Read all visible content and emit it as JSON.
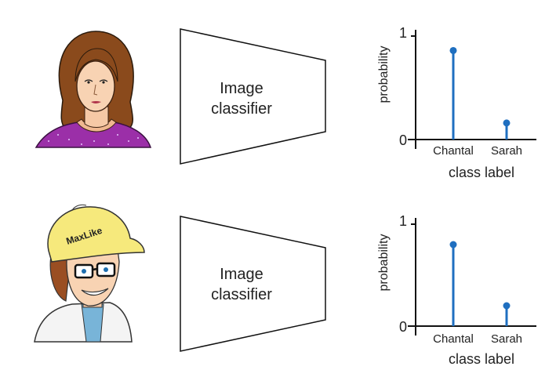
{
  "rows": [
    {
      "subject": "woman-portrait",
      "classifier_label": [
        "Image",
        "classifier"
      ],
      "chart_data": {
        "type": "bar",
        "categories": [
          "Chantal",
          "Sarah"
        ],
        "values": [
          0.86,
          0.16
        ],
        "ylabel": "probability",
        "xlabel": "class label",
        "yticks": [
          "1",
          "0"
        ],
        "ylim": [
          0,
          1
        ]
      }
    },
    {
      "subject": "cartoon-man-maxlike-cap",
      "cap_text": "MaxLike",
      "classifier_label": [
        "Image",
        "classifier"
      ],
      "chart_data": {
        "type": "bar",
        "categories": [
          "Chantal",
          "Sarah"
        ],
        "values": [
          0.8,
          0.2
        ],
        "ylabel": "probability",
        "xlabel": "class label",
        "yticks": [
          "1",
          "0"
        ],
        "ylim": [
          0,
          1
        ]
      }
    }
  ],
  "colors": {
    "stem": "#1f6fc0",
    "axis": "#111111"
  }
}
